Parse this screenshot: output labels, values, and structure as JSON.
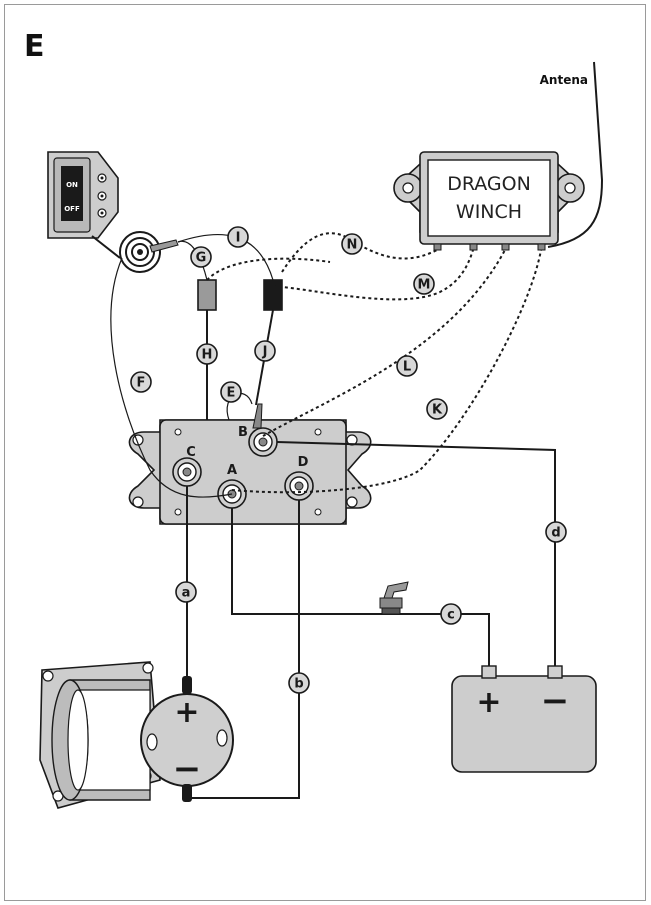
{
  "figure_letter": "E",
  "antenna_label": "Antena",
  "control_box": {
    "line1": "DRAGON",
    "line2": "WINCH"
  },
  "switch": {
    "on": "ON",
    "off": "OFF"
  },
  "terminals": {
    "a": "A",
    "b": "B",
    "c": "C",
    "d": "D"
  },
  "motor_polarity": {
    "plus": "+",
    "minus": "−"
  },
  "battery_polarity": {
    "plus": "+",
    "minus": "−"
  },
  "wire_labels": {
    "E": "E",
    "F": "F",
    "G": "G",
    "H": "H",
    "I": "I",
    "J": "J",
    "K": "K",
    "L": "L",
    "M": "M",
    "N": "N",
    "a": "a",
    "b": "b",
    "c": "c",
    "d": "d"
  }
}
